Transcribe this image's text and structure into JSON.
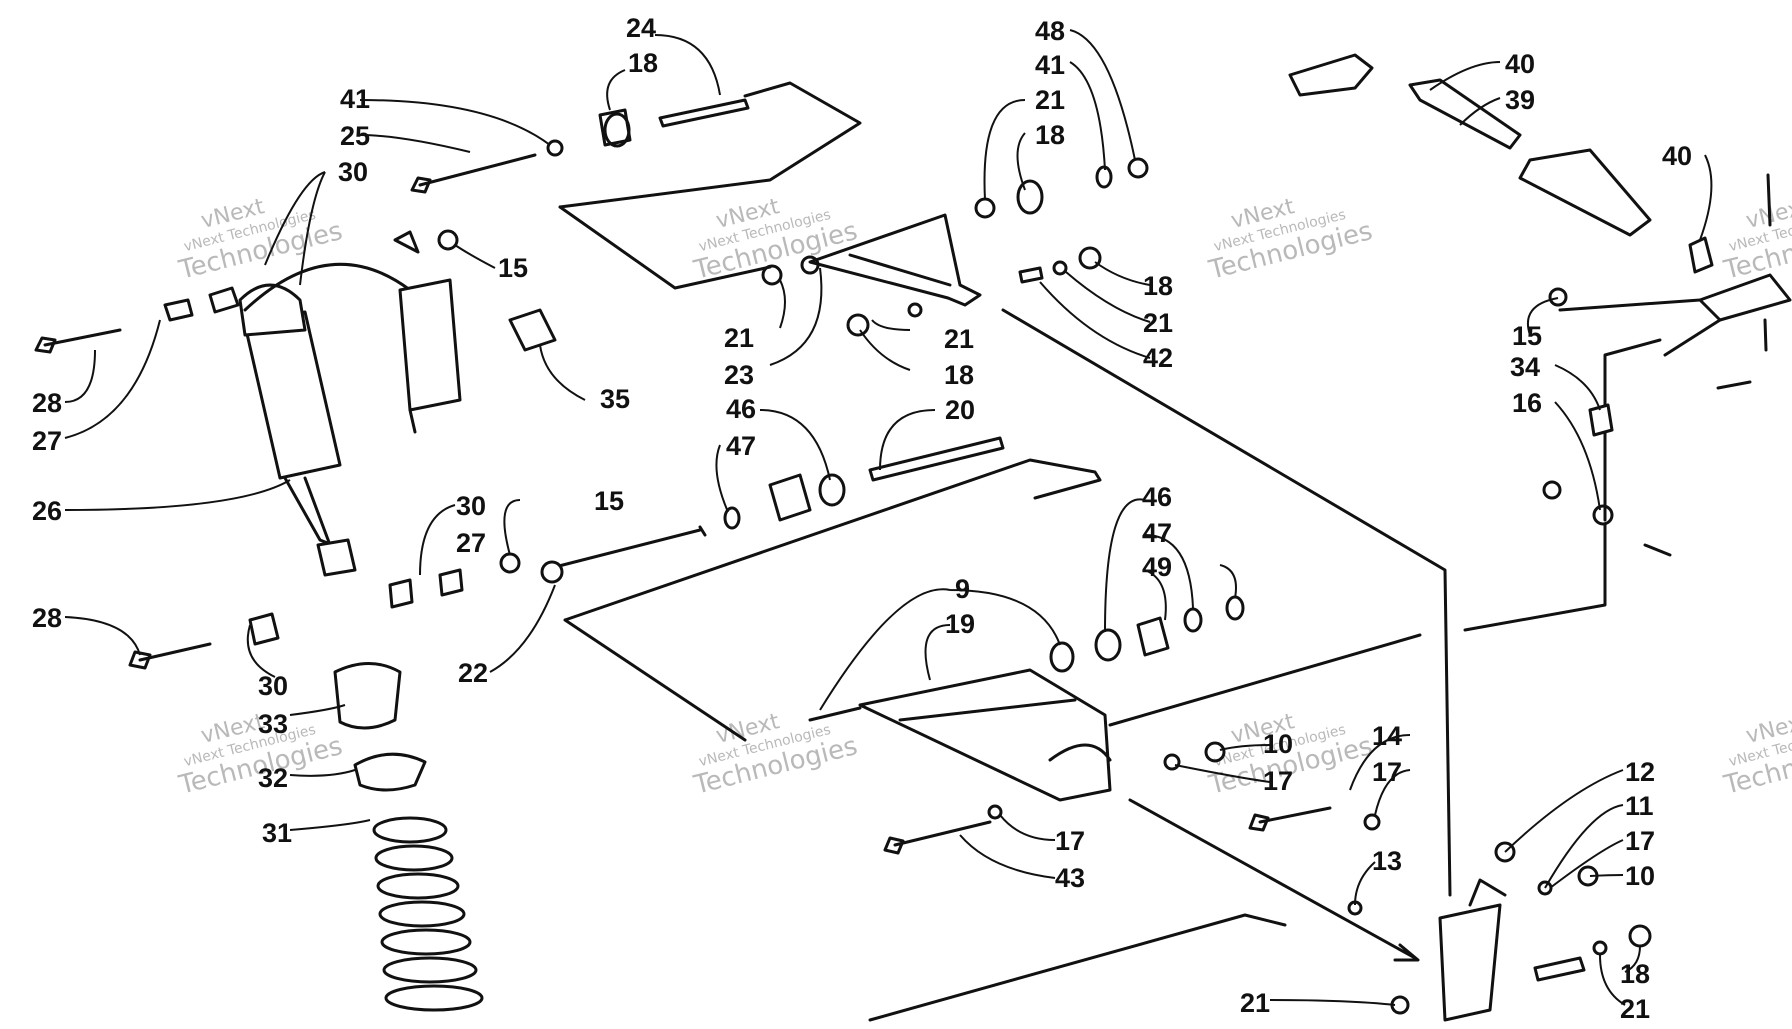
{
  "diagram": {
    "colors": {
      "ink": "#111111",
      "paper": "#ffffff",
      "watermark": "#b9b9b9"
    },
    "watermark": {
      "line1": "vNext",
      "line2": "vNext Technologies",
      "line3": "Technologies"
    },
    "callouts": [
      {
        "id": "c1",
        "text": "24"
      },
      {
        "id": "c2",
        "text": "18"
      },
      {
        "id": "c3",
        "text": "48"
      },
      {
        "id": "c4",
        "text": "41"
      },
      {
        "id": "c5",
        "text": "21"
      },
      {
        "id": "c6",
        "text": "18"
      },
      {
        "id": "c7",
        "text": "40"
      },
      {
        "id": "c8",
        "text": "39"
      },
      {
        "id": "c9",
        "text": "40"
      },
      {
        "id": "c10",
        "text": "41"
      },
      {
        "id": "c11",
        "text": "25"
      },
      {
        "id": "c12",
        "text": "30"
      },
      {
        "id": "c13",
        "text": "15"
      },
      {
        "id": "c14",
        "text": "35"
      },
      {
        "id": "c15",
        "text": "28"
      },
      {
        "id": "c16",
        "text": "27"
      },
      {
        "id": "c17",
        "text": "26"
      },
      {
        "id": "c18",
        "text": "21"
      },
      {
        "id": "c19",
        "text": "23"
      },
      {
        "id": "c20",
        "text": "21"
      },
      {
        "id": "c21",
        "text": "18"
      },
      {
        "id": "c22",
        "text": "18"
      },
      {
        "id": "c23",
        "text": "21"
      },
      {
        "id": "c24",
        "text": "42"
      },
      {
        "id": "c25",
        "text": "15"
      },
      {
        "id": "c26",
        "text": "34"
      },
      {
        "id": "c27",
        "text": "16"
      },
      {
        "id": "c28",
        "text": "46"
      },
      {
        "id": "c29",
        "text": "20"
      },
      {
        "id": "c30",
        "text": "47"
      },
      {
        "id": "c31",
        "text": "30"
      },
      {
        "id": "c32",
        "text": "27"
      },
      {
        "id": "c33",
        "text": "15"
      },
      {
        "id": "c34",
        "text": "28"
      },
      {
        "id": "c35",
        "text": "30"
      },
      {
        "id": "c36",
        "text": "33"
      },
      {
        "id": "c37",
        "text": "32"
      },
      {
        "id": "c38",
        "text": "31"
      },
      {
        "id": "c39",
        "text": "22"
      },
      {
        "id": "c40",
        "text": "46"
      },
      {
        "id": "c41",
        "text": "47"
      },
      {
        "id": "c42",
        "text": "49"
      },
      {
        "id": "c43",
        "text": "9"
      },
      {
        "id": "c44",
        "text": "19"
      },
      {
        "id": "c45",
        "text": "10"
      },
      {
        "id": "c46",
        "text": "17"
      },
      {
        "id": "c47",
        "text": "14"
      },
      {
        "id": "c48",
        "text": "17"
      },
      {
        "id": "c49",
        "text": "17"
      },
      {
        "id": "c50",
        "text": "43"
      },
      {
        "id": "c51",
        "text": "13"
      },
      {
        "id": "c52",
        "text": "12"
      },
      {
        "id": "c53",
        "text": "11"
      },
      {
        "id": "c54",
        "text": "17"
      },
      {
        "id": "c55",
        "text": "10"
      },
      {
        "id": "c56",
        "text": "18"
      },
      {
        "id": "c57",
        "text": "21"
      },
      {
        "id": "c58",
        "text": "21"
      }
    ]
  }
}
